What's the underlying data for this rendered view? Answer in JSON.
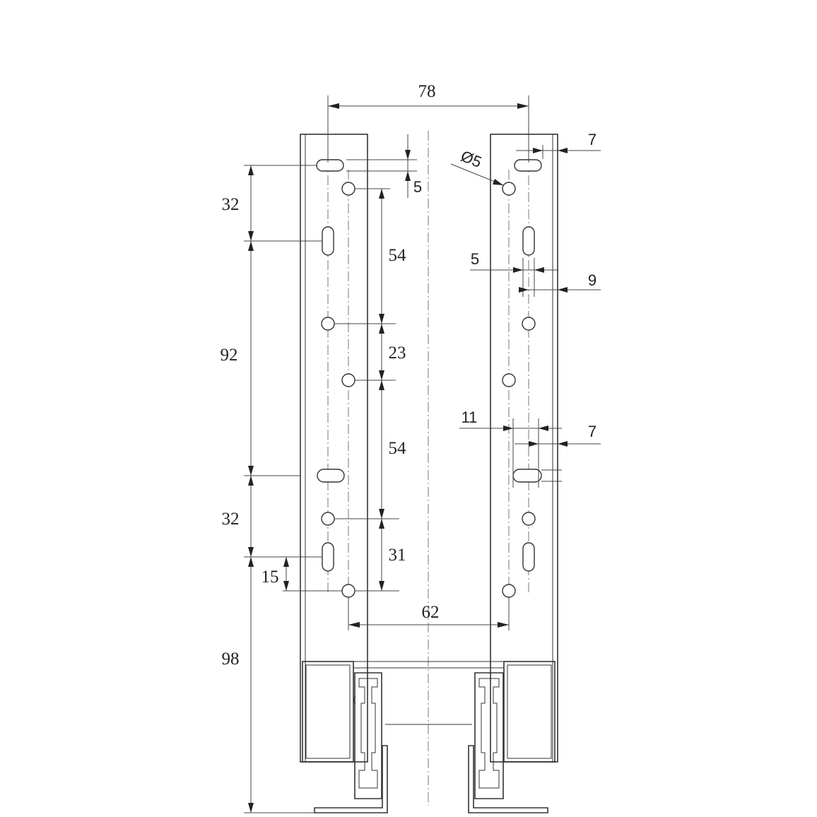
{
  "dimensions": {
    "top_width": "78",
    "bottom_width": "62",
    "right_top_width": "7",
    "hole_diameter": "Ø5",
    "top_offset": "5",
    "left_32_top": "32",
    "left_92": "92",
    "left_32_bottom": "32",
    "left_15": "15",
    "left_98": "98",
    "mid_54_top": "54",
    "mid_23": "23",
    "mid_54_bottom": "54",
    "mid_31": "31",
    "right_5": "5",
    "right_9": "9",
    "right_11": "11",
    "right_7_lower": "7"
  }
}
